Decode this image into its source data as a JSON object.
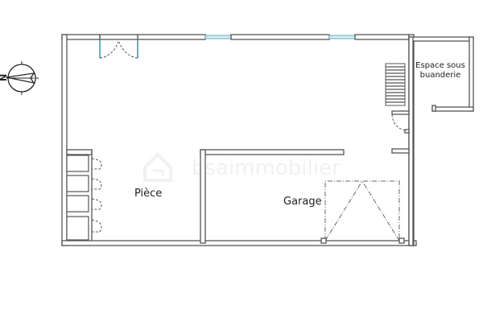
{
  "plan": {
    "type": "floor-plan",
    "rooms": [
      {
        "id": "piece",
        "label": "Pièce"
      },
      {
        "id": "garage",
        "label": "Garage"
      },
      {
        "id": "espace",
        "label_line1": "Espace sous",
        "label_line2": "buanderie"
      }
    ],
    "compass": {
      "label": "N",
      "icon": "north-arrow-compass-icon"
    },
    "watermark": {
      "text": "bsaimmobilier",
      "icon": "house-logo-icon"
    },
    "colors": {
      "wall": "#555555",
      "window": "#5fa9bf",
      "door": "#3a8fa8",
      "background": "#ffffff"
    },
    "elements": {
      "double_door": "entrance-double-door",
      "windows": 2,
      "storage_units": 4,
      "stairs_steps": 13,
      "garage_door": "dash-dot garage door"
    }
  }
}
